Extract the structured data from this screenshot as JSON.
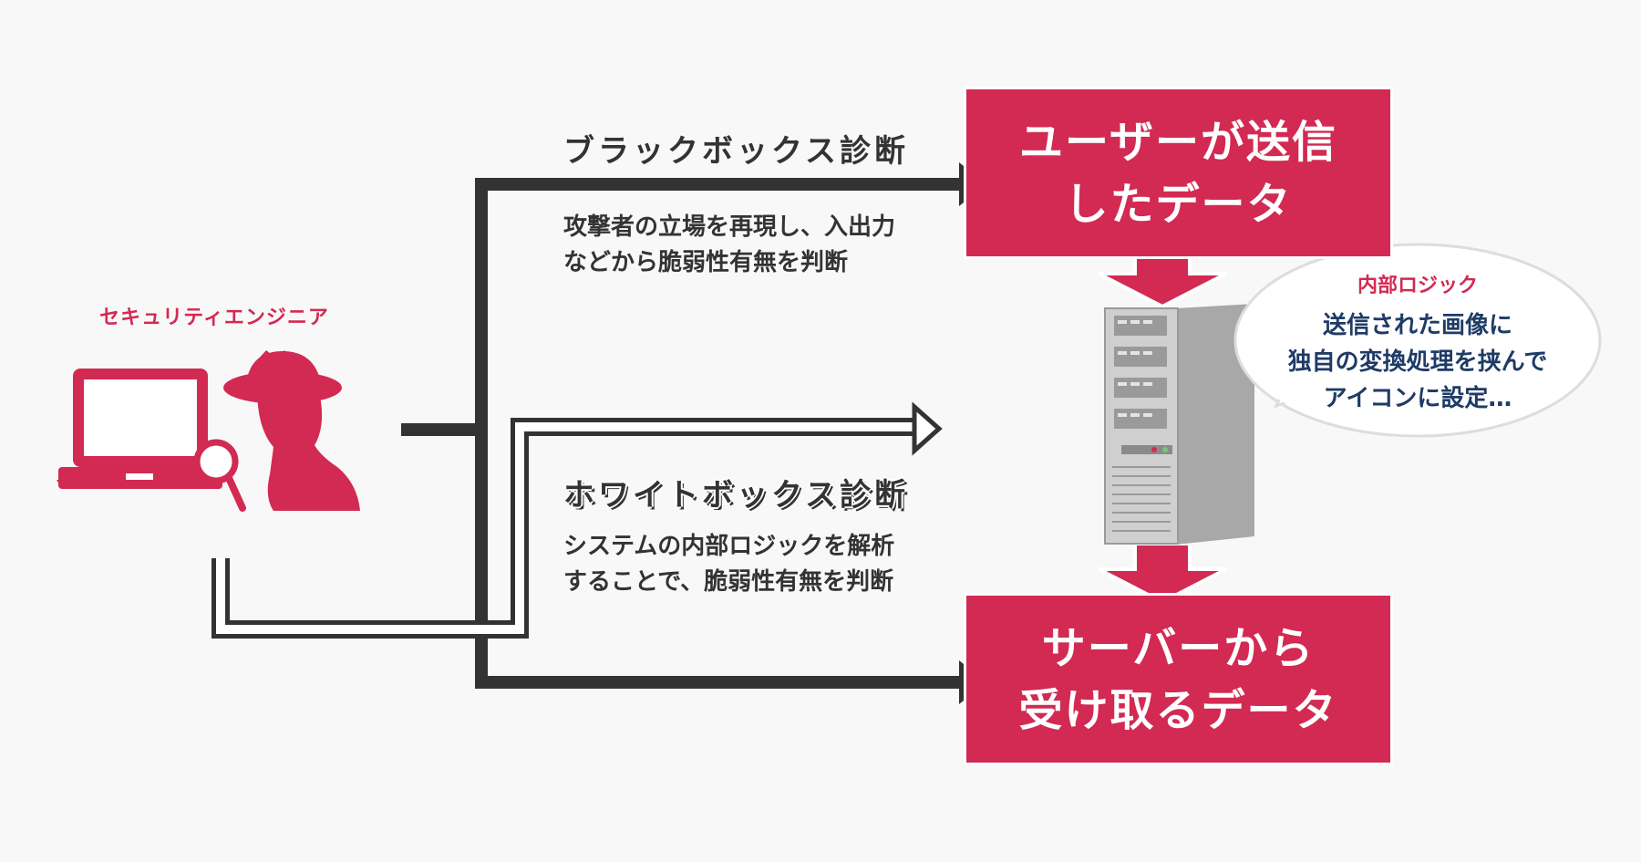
{
  "engineer": {
    "label": "セキュリティエンジニア",
    "laptop_icon": "laptop-icon",
    "detective_icon": "detective-icon",
    "magnifier_icon": "magnifier-icon"
  },
  "black_box": {
    "title": "ブラックボックス診断",
    "description": [
      "攻撃者の立場を再現し、入出力",
      "などから脆弱性有無を判断"
    ]
  },
  "white_box": {
    "title": "ホワイトボックス診断",
    "description": [
      "システムの内部ロジックを解析",
      "することで、脆弱性有無を判断"
    ]
  },
  "user_data_box": {
    "lines": [
      "ユーザーが送信",
      "したデータ"
    ]
  },
  "server_data_box": {
    "lines": [
      "サーバーから",
      "受け取るデータ"
    ]
  },
  "server": {
    "icon": "server-icon"
  },
  "speech_bubble": {
    "heading": "内部ロジック",
    "lines": [
      "送信された画像に",
      "独自の変換処理を挟んで",
      "アイコンに設定…"
    ]
  },
  "colors": {
    "accent_red": "#d22a52",
    "dark": "#333333",
    "navy_text": "#1f3b66",
    "background": "#f8f8f8"
  }
}
